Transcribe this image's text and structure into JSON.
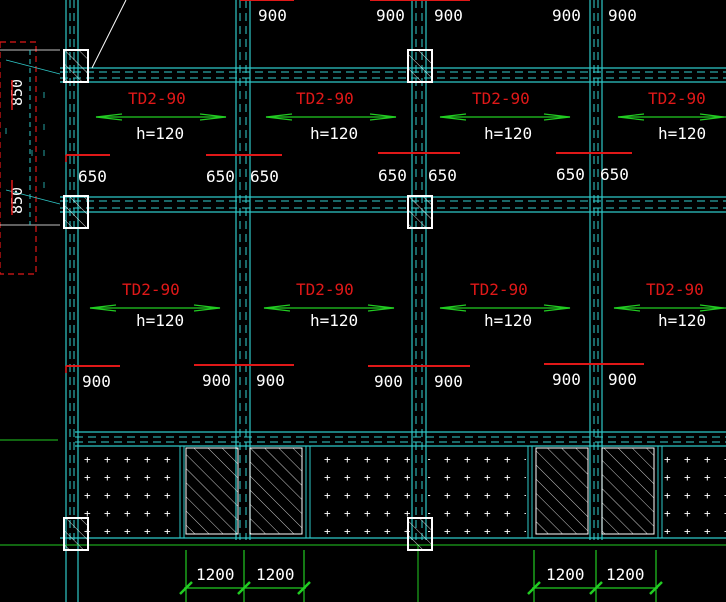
{
  "colors": {
    "background": "#000000",
    "beam": "#2ec8c8",
    "beam_dash": "#33d0d0",
    "rebar": "#e01818",
    "slab_label": "#e01818",
    "span_arrow": "#22cc22",
    "dim_text": "#ffffff",
    "column": "#ffffff",
    "dim_line": "#22cc22",
    "hatch": "#ffffff"
  },
  "slab_panels": {
    "row1": [
      {
        "label": "TD2-90",
        "thickness": "h=120"
      },
      {
        "label": "TD2-90",
        "thickness": "h=120"
      },
      {
        "label": "TD2-90",
        "thickness": "h=120"
      },
      {
        "label": "TD2-90",
        "thickness": "h=120"
      }
    ],
    "row2": [
      {
        "label": "TD2-90",
        "thickness": "h=120"
      },
      {
        "label": "TD2-90",
        "thickness": "h=120"
      },
      {
        "label": "TD2-90",
        "thickness": "h=120"
      },
      {
        "label": "TD2-90",
        "thickness": "h=120"
      }
    ]
  },
  "top_rebar_lengths": {
    "top_row": [
      "900",
      "900",
      "900",
      "900",
      "900"
    ],
    "mid_row": [
      "650",
      "650",
      "650",
      "650",
      "650",
      "650",
      "650"
    ],
    "low_row": [
      "900",
      "900",
      "900",
      "900",
      "900",
      "900",
      "900"
    ]
  },
  "left_dimensions": [
    "850",
    "850"
  ],
  "bottom_dimensions": [
    "1200",
    "1200",
    "1200",
    "1200"
  ]
}
